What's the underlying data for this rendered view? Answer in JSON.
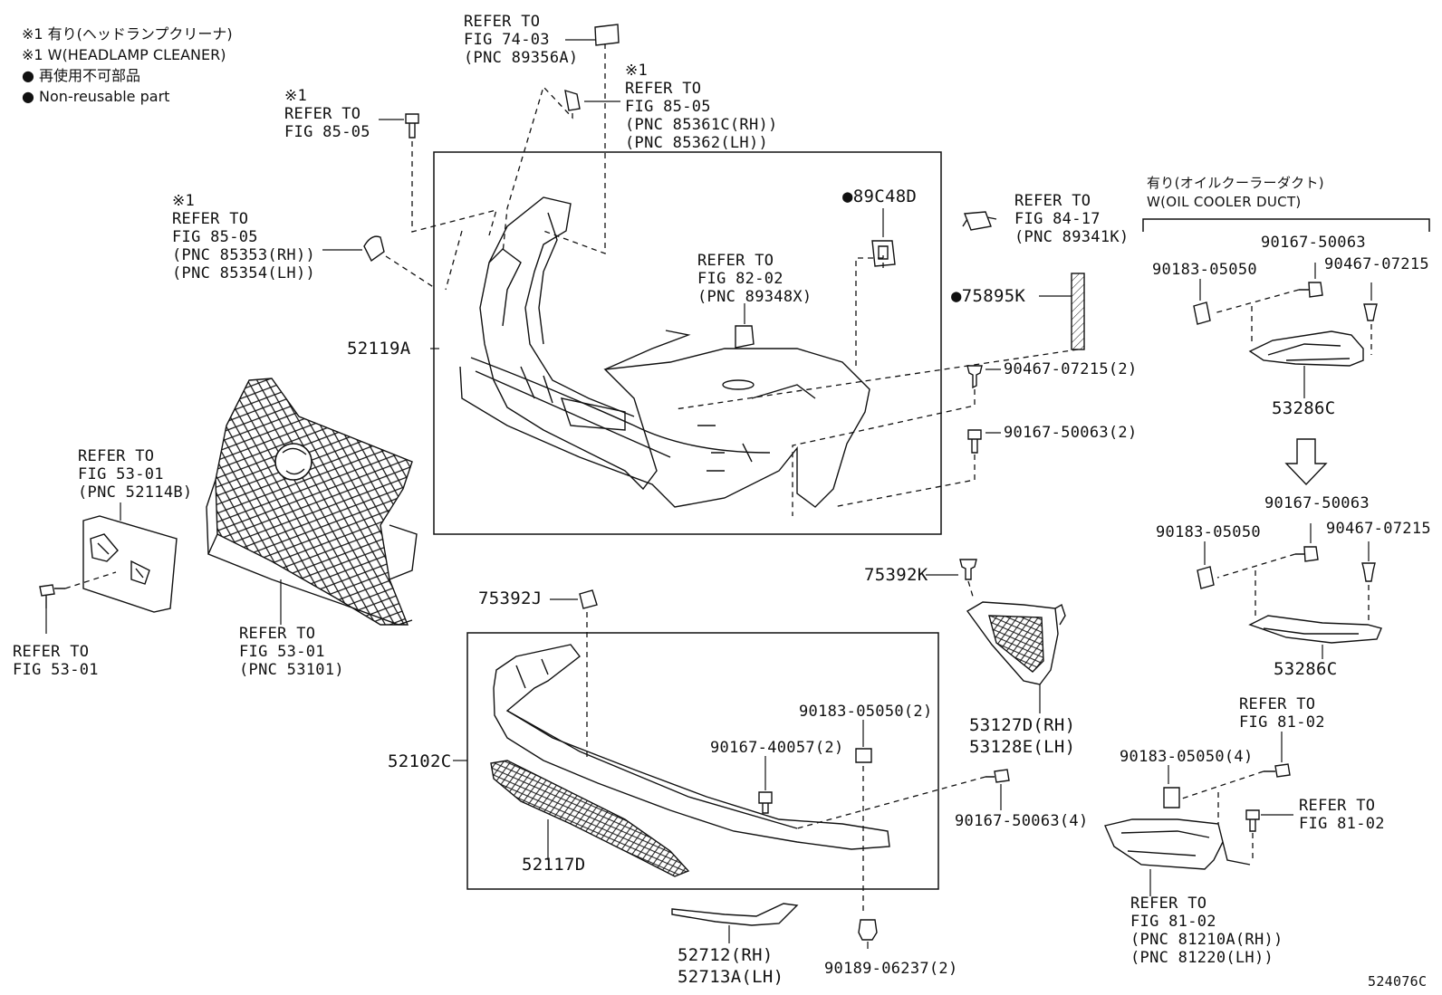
{
  "legend": {
    "line1": "※1 有り(ヘッドランプクリーナ)",
    "line2": "※1 W(HEADLAMP CLEANER)",
    "line3": "● 再使用不可部品",
    "line4": "● Non-reusable part"
  },
  "oil_cooler": {
    "jp": "有り(オイルクーラーダクト)",
    "en": "W(OIL COOLER DUCT)"
  },
  "labels": {
    "fig7403": "REFER TO\nFIG 74-03\n(PNC 89356A)",
    "fig8505_top": "※1\nREFER TO\nFIG 85-05\n(PNC 85361C(RH))\n(PNC 85362(LH))",
    "fig8505_left": "※1\nREFER TO\nFIG 85-05",
    "fig8505_mid": "※1\nREFER TO\nFIG 85-05\n(PNC 85353(RH))\n(PNC 85354(LH))",
    "fig8202": "REFER TO\nFIG 82-02\n(PNC 89348X)",
    "fig8417": "REFER TO\nFIG 84-17\n(PNC 89341K)",
    "fig5301_plate": "REFER TO\nFIG 53-01\n(PNC 52114B)",
    "fig5301_bolt": "REFER TO\nFIG 53-01",
    "fig5301_grille": "REFER TO\nFIG 53-01\n(PNC 53101)",
    "fig8102_top": "REFER TO\nFIG 81-02",
    "fig8102_right": "REFER TO\nFIG 81-02",
    "fig8102_bottom": "REFER TO\nFIG 81-02\n(PNC 81210A(RH))\n(PNC 81220(LH))"
  },
  "parts": {
    "p89C48D": "●89C48D",
    "p75895K": "●75895K",
    "p52119A": "52119A",
    "p90467_07215_2": "90467-07215(2)",
    "p90167_50063_2": "90167-50063(2)",
    "p75392K": "75392K",
    "p75392J": "75392J",
    "p52102C": "52102C",
    "p52117D": "52117D",
    "p90183_05050_2": "90183-05050(2)",
    "p90167_40057_2": "90167-40057(2)",
    "p90167_50063_4": "90167-50063(4)",
    "p53127D": "53127D(RH)",
    "p53128E": "53128E(LH)",
    "p52712": "52712(RH)",
    "p52713A": "52713A(LH)",
    "p90189_06237_2": "90189-06237(2)",
    "p90183_05050_4": "90183-05050(4)",
    "p90167_50063_a": "90167-50063",
    "p90183_05050_a": "90183-05050",
    "p90467_07215_a": "90467-07215",
    "p53286C_a": "53286C",
    "p90167_50063_b": "90167-50063",
    "p90183_05050_b": "90183-05050",
    "p90467_07215_b": "90467-07215",
    "p53286C_b": "53286C"
  },
  "diagram_id": "524076C"
}
